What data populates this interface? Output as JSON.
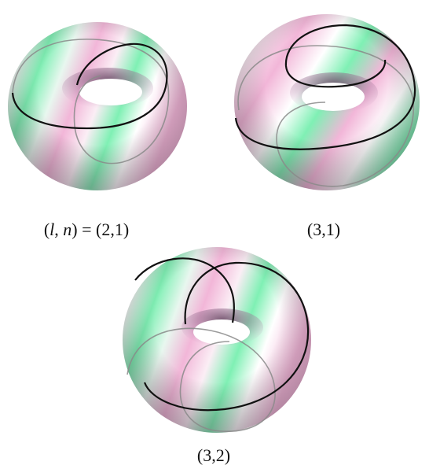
{
  "panels": [
    {
      "id": "torus-knot-2-1",
      "label_prefix": "(",
      "label_l": "l",
      "label_sep": ", ",
      "label_n": "n",
      "label_mid": ") = ",
      "label": "(2,1)",
      "l": 2,
      "n": 1
    },
    {
      "id": "torus-knot-3-1",
      "label": "(3,1)",
      "l": 3,
      "n": 1
    },
    {
      "id": "torus-knot-3-2",
      "label": "(3,2)",
      "l": 3,
      "n": 2
    }
  ],
  "colors": {
    "green": "#7ff0b4",
    "pink": "#f2b6d8",
    "white": "#ffffff",
    "shadow": "#5a4a58",
    "knot_front": "#111111",
    "knot_back": "#8a8a8a"
  }
}
